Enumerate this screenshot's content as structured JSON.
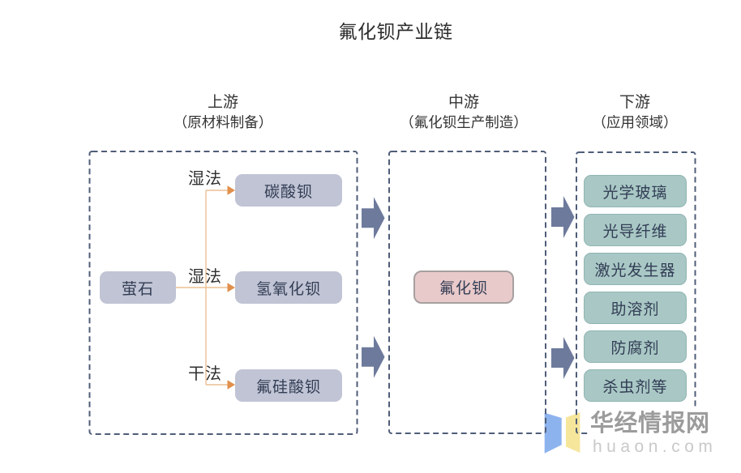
{
  "title": "氟化钡产业链",
  "columns": {
    "upstream": {
      "header_line1": "上游",
      "header_line2": "（原材料制备）"
    },
    "midstream": {
      "header_line1": "中游",
      "header_line2": "（氟化钡生产制造）"
    },
    "downstream": {
      "header_line1": "下游",
      "header_line2": "（应用领域）"
    }
  },
  "upstream": {
    "source_node": "萤石",
    "process_labels": [
      "湿法",
      "湿法",
      "干法"
    ],
    "product_nodes": [
      "碳酸钡",
      "氢氧化钡",
      "氟硅酸钡"
    ]
  },
  "midstream": {
    "node": "氟化钡"
  },
  "downstream": {
    "nodes": [
      "光学玻璃",
      "光导纤维",
      "激光发生器",
      "助溶剂",
      "防腐剂",
      "杀虫剂等"
    ]
  },
  "watermark": {
    "site_name": "华经情报网",
    "site_domain": "huaon.com"
  },
  "colors": {
    "dash-color": "#4f5d78",
    "flow-arrow-color": "#6d7a9c",
    "connector-color": "#ecbf93",
    "connector-head-color": "#e18f4c",
    "node-fill": "#c0c4d4",
    "mid-node-fill": "#e9caca",
    "mid-node-border": "#a7a0a0",
    "app-node-fill": "#a9c8c5",
    "app-node-border": "#90b5b2",
    "logo-blue": "#8db3ef",
    "logo-yellow": "#f6e69c",
    "watermark-name-color": "#9c9c9c",
    "watermark-domain-color": "#c9c9c9"
  }
}
